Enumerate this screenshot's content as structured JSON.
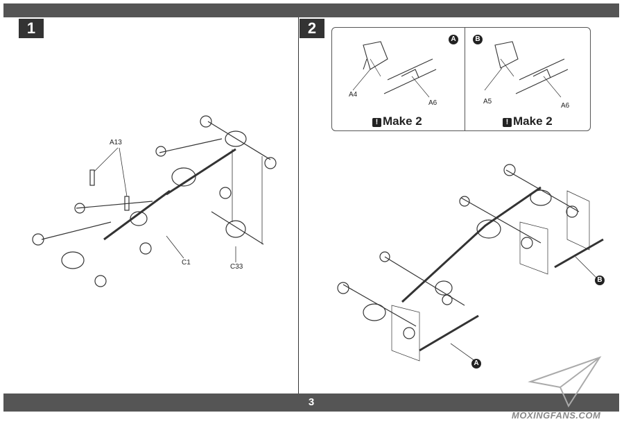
{
  "step1": {
    "number": "1",
    "labels": {
      "a13": "A13",
      "c1": "C1",
      "c33": "C33"
    }
  },
  "step2": {
    "number": "2",
    "panel_a": {
      "badge": "A",
      "part1": "A4",
      "part2": "A6",
      "make": "Make 2",
      "excl": "!"
    },
    "panel_b": {
      "badge": "B",
      "part1": "A5",
      "part2": "A6",
      "make": "Make 2",
      "excl": "!"
    },
    "callout_a": "A",
    "callout_b": "B"
  },
  "footer": {
    "page": "3"
  },
  "watermark": "MOXINGFANS.COM"
}
